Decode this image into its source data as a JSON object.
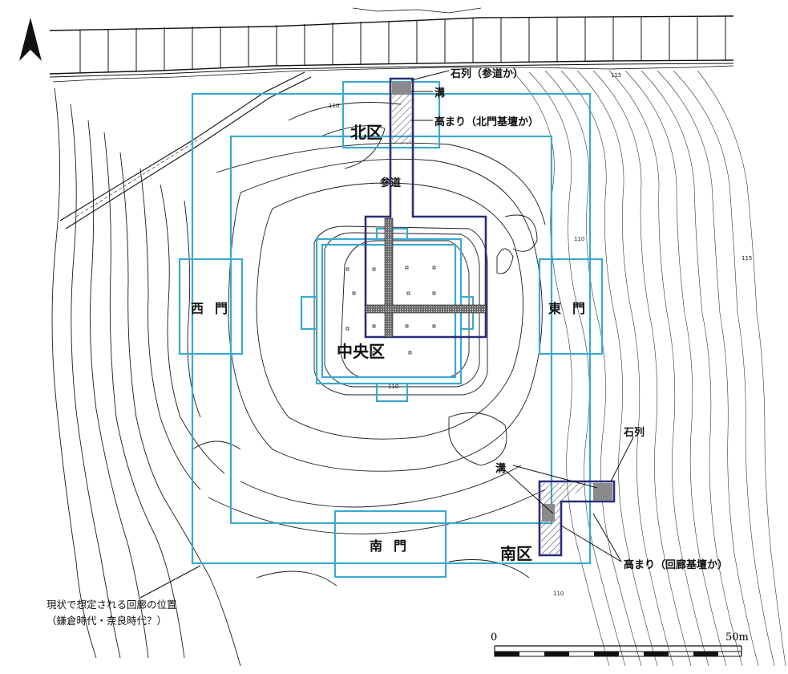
{
  "map": {
    "zones": {
      "north": "北区",
      "center": "中央区",
      "south": "南区"
    },
    "gates": {
      "west": "西門",
      "east": "東門",
      "south": "南門"
    },
    "annotations": {
      "stone_row_approach": "石列（参道か）",
      "trench_north": "溝",
      "mound_north": "高まり（北門基壇か）",
      "approach": "参道",
      "stone_row_south": "石列",
      "trench_south": "溝",
      "mound_corridor": "高まり（回廊基壇か）"
    },
    "contour_labels": {
      "c110_north": "110",
      "c115_ne": "115",
      "c110_east": "110",
      "c115_east": "115",
      "c110_center": "110",
      "c110_south": "110"
    },
    "legend": {
      "line1": "現状で想定される回廊の位置",
      "line2": "（鎌倉時代・奈良時代？）"
    },
    "scale": {
      "start": "0",
      "end": "50m"
    },
    "north_arrow": true,
    "colors": {
      "corridor": "#3aa9d0",
      "trench": "#2b2d7e",
      "contour": "#1a1a1a",
      "hatch": "#8a8a8a"
    }
  }
}
